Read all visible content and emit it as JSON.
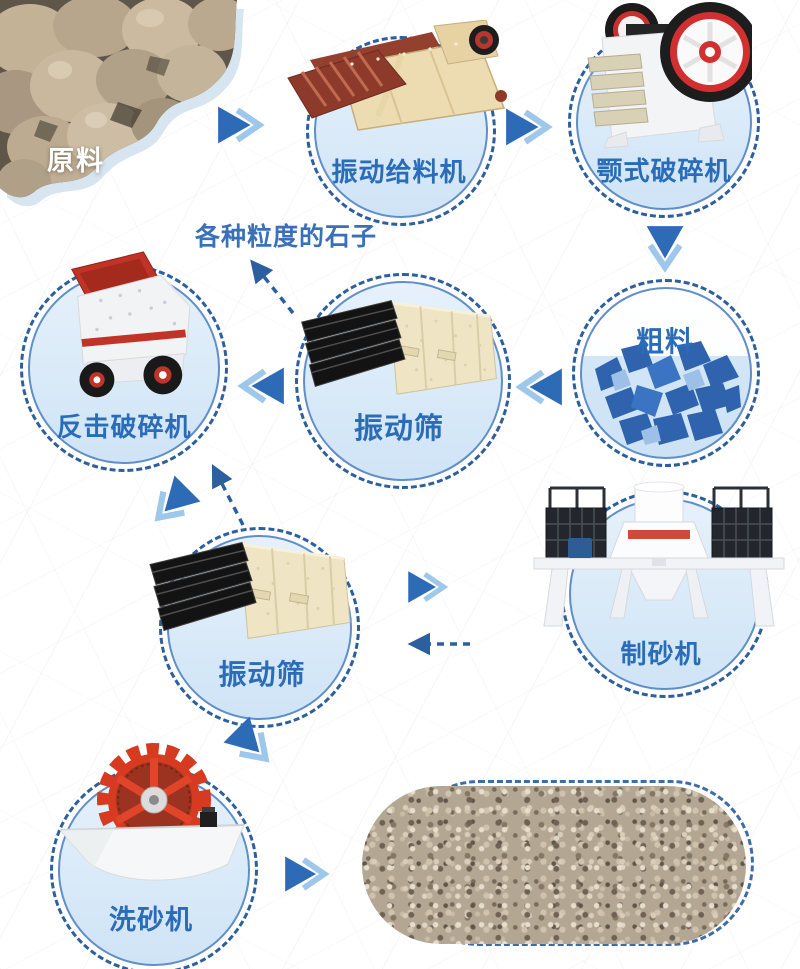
{
  "diagram": {
    "type": "process-flow",
    "topic": "sand and stone production line"
  },
  "nodes": {
    "raw": {
      "id": "raw-material",
      "label": "原料",
      "kind": "photo"
    },
    "feeder": {
      "id": "vibrating-feeder",
      "label": "振动给料机",
      "kind": "machine"
    },
    "jaw": {
      "id": "jaw-crusher",
      "label": "颚式破碎机",
      "kind": "machine"
    },
    "coarse": {
      "id": "coarse-material",
      "label": "粗料",
      "kind": "material"
    },
    "screen1": {
      "id": "vibrating-screen-1",
      "label": "振动筛",
      "kind": "machine"
    },
    "impact": {
      "id": "impact-crusher",
      "label": "反击破碎机",
      "kind": "machine"
    },
    "vsi": {
      "id": "sand-maker",
      "label": "制砂机",
      "kind": "machine"
    },
    "screen2": {
      "id": "vibrating-screen-2",
      "label": "振动筛",
      "kind": "machine"
    },
    "washer": {
      "id": "sand-washer",
      "label": "洗砂机",
      "kind": "machine"
    },
    "finished": {
      "id": "finished-sand",
      "label": "",
      "kind": "photo"
    }
  },
  "annotations": {
    "output_note": "各种粒度的石子"
  },
  "edges": [
    {
      "from": "raw-material",
      "to": "vibrating-feeder",
      "style": "solid"
    },
    {
      "from": "vibrating-feeder",
      "to": "jaw-crusher",
      "style": "solid"
    },
    {
      "from": "jaw-crusher",
      "to": "coarse-material",
      "style": "solid"
    },
    {
      "from": "coarse-material",
      "to": "vibrating-screen-1",
      "style": "solid"
    },
    {
      "from": "vibrating-screen-1",
      "to": "impact-crusher",
      "style": "solid"
    },
    {
      "from": "vibrating-screen-1",
      "to": "output-note",
      "style": "dashed"
    },
    {
      "from": "impact-crusher",
      "to": "vibrating-screen-2",
      "style": "solid"
    },
    {
      "from": "vibrating-screen-2",
      "to": "impact-crusher",
      "style": "dashed"
    },
    {
      "from": "vibrating-screen-2",
      "to": "sand-maker",
      "style": "solid"
    },
    {
      "from": "sand-maker",
      "to": "vibrating-screen-2",
      "style": "dashed"
    },
    {
      "from": "vibrating-screen-2",
      "to": "sand-washer",
      "style": "solid"
    },
    {
      "from": "sand-washer",
      "to": "finished-sand",
      "style": "solid"
    }
  ],
  "colors": {
    "accent_blue": "#2e6bb7",
    "arrow_light_blue": "#9ec7ec",
    "dashed_blue": "#2d5f9f",
    "circle_fill": "#d6e8f7",
    "circle_border": "#5f8ec9",
    "label_blue": "#2a6cb8",
    "rock_blue": "#2f63ad",
    "machine_red": "#c0392b",
    "machine_cream": "#eddcb2"
  }
}
